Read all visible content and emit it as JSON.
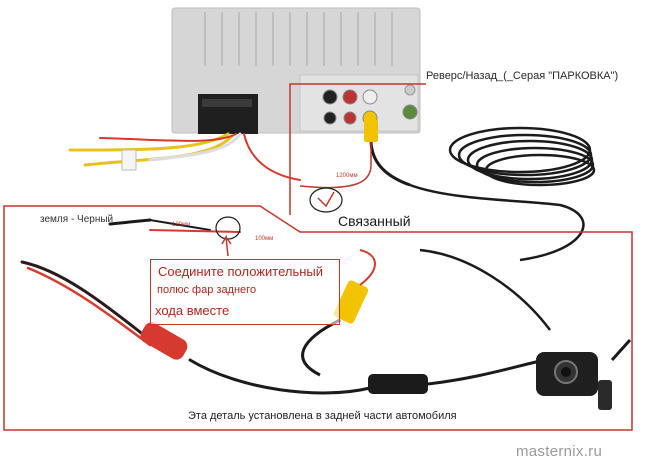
{
  "labels": {
    "reverse": "Реверс/Назад_(_Серая \"ПАРКОВКА\")",
    "linked": "Связанный",
    "ground": "земля - Черный",
    "note_line1": "Соедините положительный",
    "note_line2": "полюс фар заднего",
    "note_line3": "хода вместе",
    "rear": "Эта деталь установлена в задней части автомобиля",
    "watermark": "masternix.ru",
    "tiny_1": "120мм",
    "tiny_2": "100мм",
    "tiny_3": "1200мм"
  },
  "colors": {
    "outline": "#c0392b",
    "cable_black": "#1b1b1b",
    "wire_red": "#d63a2e",
    "wire_yellow": "#e8c21a",
    "rca_yellow": "#f2c300",
    "device_body": "#d9d9d9"
  }
}
